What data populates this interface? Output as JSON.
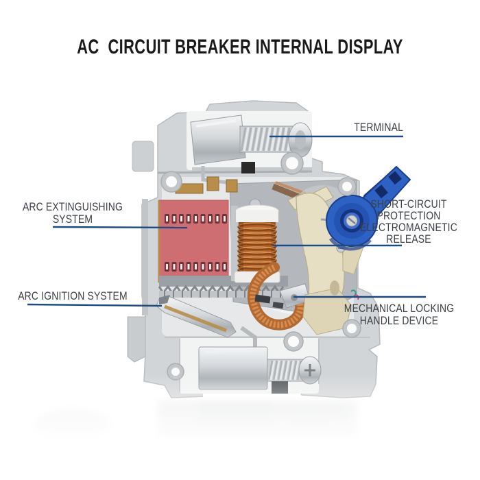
{
  "title": "AC  CIRCUIT BREAKER INTERNAL DISPLAY",
  "labels": {
    "terminal": "TERMINAL",
    "arc_extinguishing": "ARC EXTINGUISHING SYSTEM",
    "arc_ignition": "ARC IGNITION SYSTEM",
    "short_circuit": "SHORT-CIRCUIT PROTECTION ELECTROMAGNETIC RELEASE",
    "mechanical": "MECHANICAL LOCKING HANDLE DEVICE"
  },
  "colors": {
    "background": "#ffffff",
    "title_text": "#1a1a1a",
    "label_text": "#3b4046",
    "leader_line": "#1c4a85",
    "housing_gray": "#d2d5d7",
    "housing_shadow": "#b7bbbf",
    "arc_chute_red": "#ce6e72",
    "coil_copper": "#b06028",
    "handle_blue": "#2d62c4",
    "mechanism_beige": "#e6dfc3",
    "metal_silver": "#cdd1d4",
    "brass": "#b98e4a"
  }
}
